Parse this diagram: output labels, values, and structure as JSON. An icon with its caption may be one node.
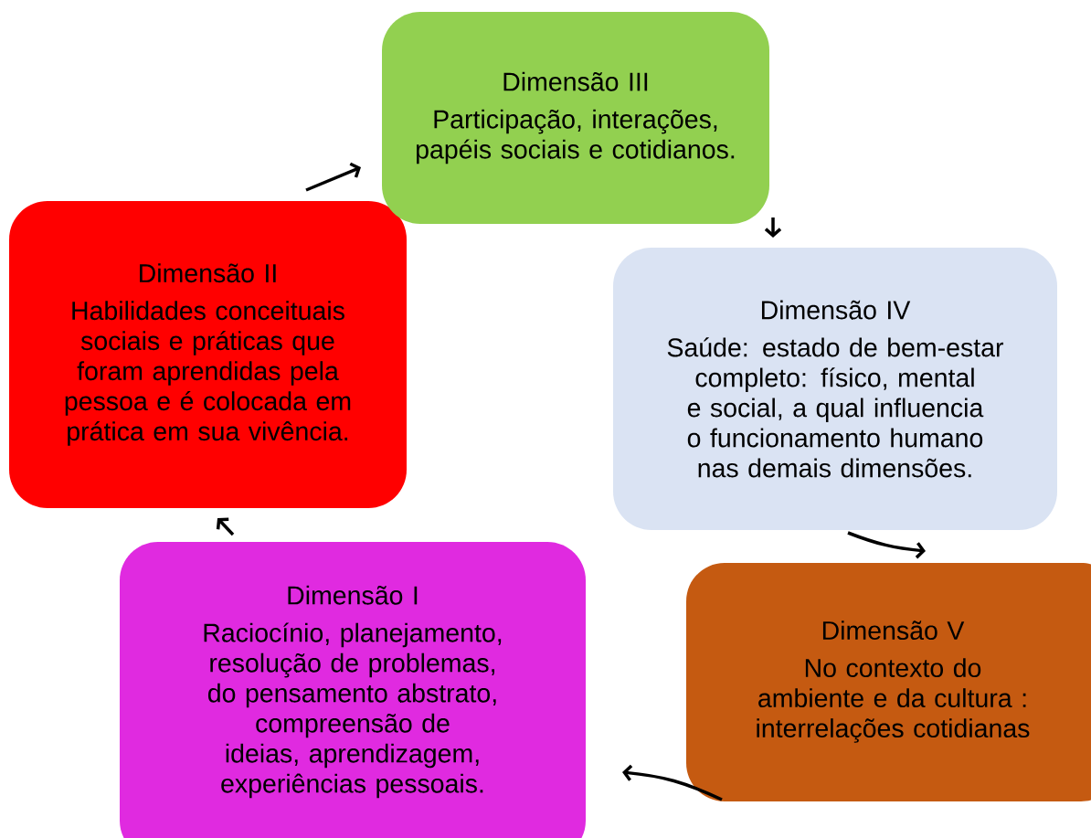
{
  "diagram": {
    "nodes": [
      {
        "text": [
          "Dimensão III",
          "Participação, interações, papéis sociais e cotidianos."
        ]
      },
      {
        "text": [
          "Dimensão II",
          "Habilidades conceituais sociais e práticas que foram aprendidas pela pessoa e é colocada em prática em sua vivência."
        ]
      },
      {
        "text": [
          "Dimensão IV",
          "Saúde: estado de bem-estar completo: físico, mental e social, a qual influencia o funcionamento humano nas demais dimensões."
        ]
      },
      {
        "text": [
          "Dimensão I",
          "Raciocínio, planejamento, resolução de problemas, do pensamento abstrato, compreensão de ideias, aprendizagem, experiências pessoais."
        ]
      },
      {
        "text": [
          "Dimensão V",
          "No contexto do ambiente e da cultura : interrelações cotidianas"
        ]
      }
    ],
    "edges": [
      {
        "from": 1,
        "to": 0,
        "arrow": "to"
      },
      {
        "from": 0,
        "to": 2,
        "arrow": "to"
      },
      {
        "from": 2,
        "to": 4,
        "arrow": "to"
      },
      {
        "from": 4,
        "to": 3,
        "arrow": "to"
      },
      {
        "from": 3,
        "to": 1,
        "arrow": "to"
      }
    ]
  }
}
